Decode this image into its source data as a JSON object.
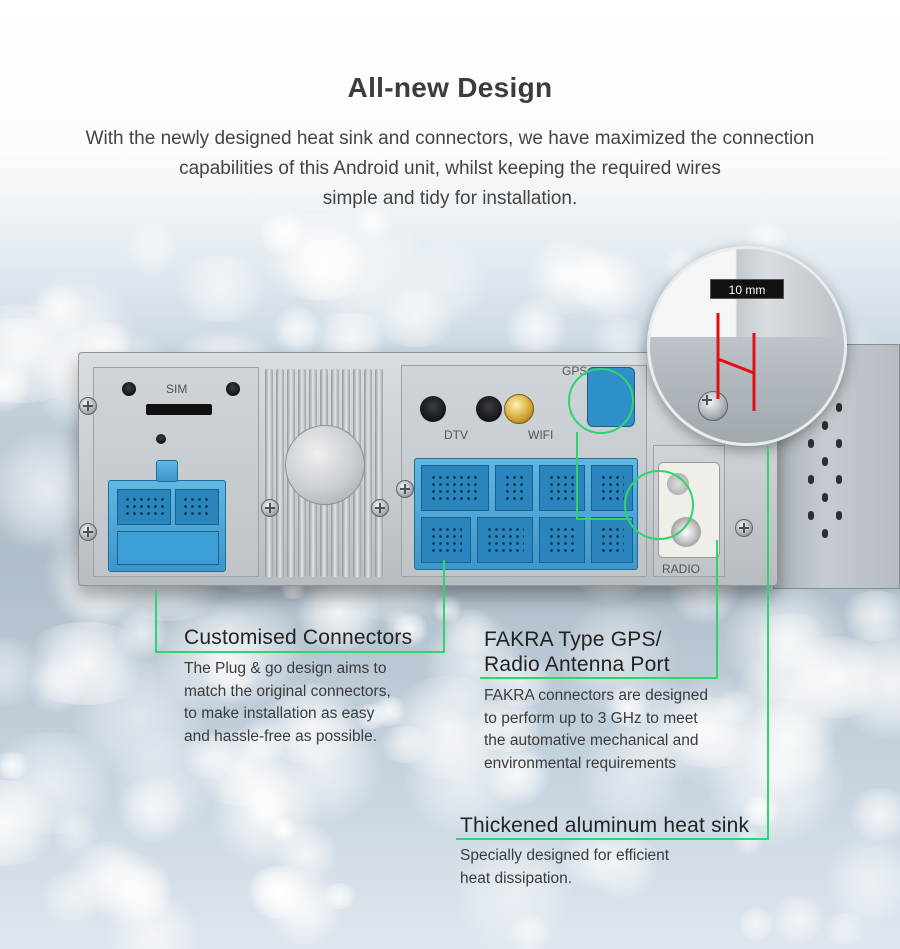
{
  "header": {
    "title": "All-new Design",
    "intro": [
      "With the newly designed heat sink and connectors, we have maximized the connection",
      "capabilities of this Android unit, whilst keeping the required wires",
      "simple and tidy for installation."
    ]
  },
  "device": {
    "labels": {
      "sim": "SIM",
      "dtv": "DTV",
      "wifi": "WIFI",
      "gps": "GPS",
      "radio": "RADIO"
    },
    "dimension": "10 mm"
  },
  "callouts": [
    {
      "title": "Customised Connectors",
      "lines": [
        "The Plug & go design aims to",
        "match the original connectors,",
        "to make installation as easy",
        "and hassle-free as possible."
      ]
    },
    {
      "title_lines": [
        "FAKRA Type GPS/",
        "Radio Antenna Port"
      ],
      "lines": [
        "FAKRA connectors are designed",
        "to perform up to 3 GHz to meet",
        "the automative mechanical and",
        "environmental requirements"
      ]
    },
    {
      "title": "Thickened aluminum heat sink",
      "lines": [
        "Specially designed for efficient",
        "heat dissipation."
      ]
    }
  ],
  "colors": {
    "accent_line": "#2fd46b",
    "connector_blue": "#4aa6d8",
    "dimension_marker": "#e01010"
  }
}
